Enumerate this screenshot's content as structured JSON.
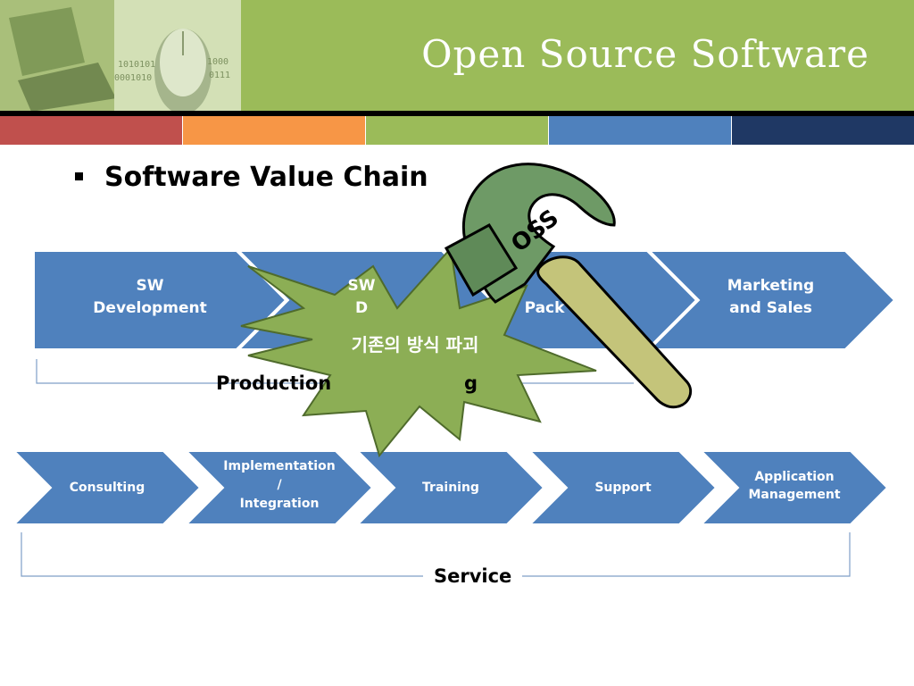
{
  "slide": {
    "title": "Open Source Software",
    "heading": "Software Value Chain"
  },
  "production_chain": {
    "items": [
      {
        "line1": "SW",
        "line2": "Development"
      },
      {
        "line1": "SW",
        "line2": "D"
      },
      {
        "line1": "",
        "line2": "Pack"
      },
      {
        "line1": "Marketing",
        "line2": "and Sales"
      }
    ],
    "group_label_left": "Production",
    "group_label_right": "g"
  },
  "service_chain": {
    "items": [
      {
        "lines": [
          "Consulting"
        ]
      },
      {
        "lines": [
          "Implementation",
          "/",
          "Integration"
        ]
      },
      {
        "lines": [
          "Training"
        ]
      },
      {
        "lines": [
          "Support"
        ]
      },
      {
        "lines": [
          "Application",
          "Management"
        ]
      }
    ],
    "group_label": "Service"
  },
  "callout": {
    "burst_text": "기존의 방식 파괴",
    "hammer_text": "OSS"
  },
  "colors": {
    "header_green": "#9bbb59",
    "chevron_blue": "#4f81bd",
    "burst_green": "#8cae55",
    "hammer_head": "#6e9a66",
    "hammer_handle": "#c4c47a",
    "stripes": [
      "#c0504d",
      "#f79646",
      "#9bbb59",
      "#4f81bd",
      "#1f3864"
    ]
  }
}
